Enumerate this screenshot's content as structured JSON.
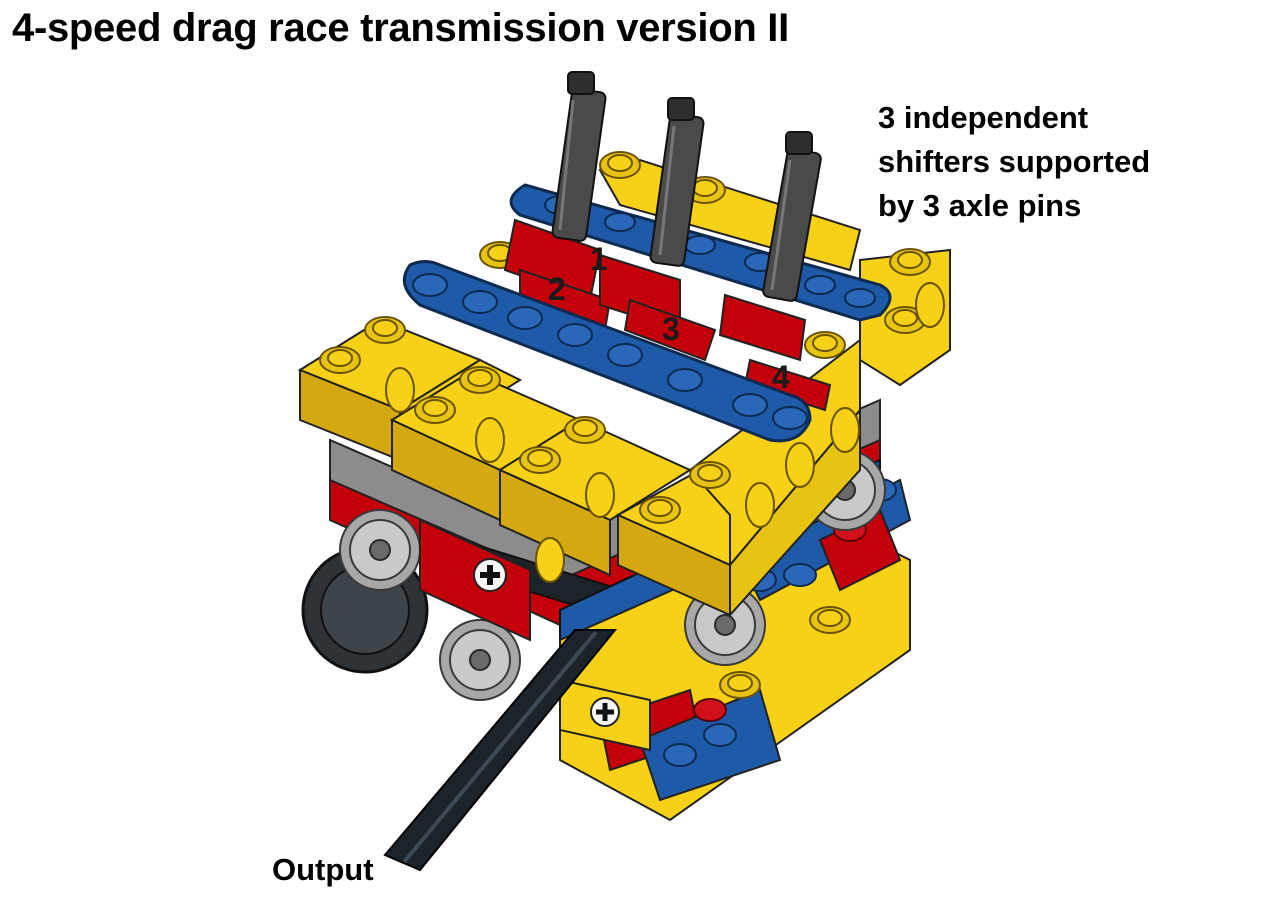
{
  "title": "4-speed drag race transmission version II",
  "annotation": {
    "lines": [
      "3 independent",
      "shifters supported",
      "by 3 axle pins"
    ]
  },
  "output_label": "Output",
  "gear_labels": [
    "1",
    "2",
    "3",
    "4"
  ],
  "colors": {
    "yellow": "#F7D117",
    "yellow_dark": "#D4A810",
    "red": "#C4000B",
    "red_dark": "#8E0008",
    "blue": "#1E5AA8",
    "blue_dark": "#173F73",
    "gray": "#8C8C8C",
    "dark_gray": "#4A4A4A",
    "black": "#1C2329"
  }
}
